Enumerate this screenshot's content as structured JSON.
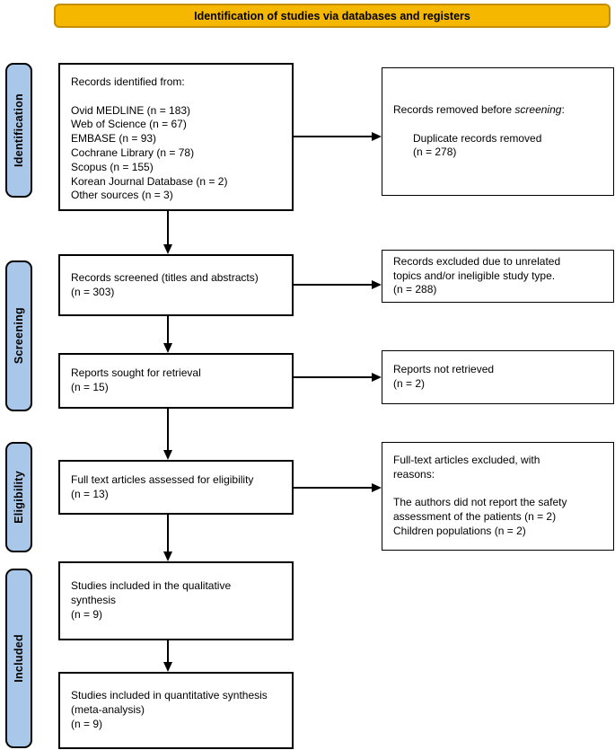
{
  "colors": {
    "banner_fill": "#F5B700",
    "banner_border": "#C38E00",
    "stage_fill": "#A9C7E9",
    "box_border": "#000000"
  },
  "banner": {
    "label": "Identification of studies via databases and registers"
  },
  "stages": [
    {
      "label": "Identification"
    },
    {
      "label": "Screening"
    },
    {
      "label": "Eligibility"
    },
    {
      "label": "Included"
    }
  ],
  "flow": {
    "records_identified": {
      "lines": [
        "Records identified from:",
        "",
        "Ovid MEDLINE (n = 183)",
        "Web of Science (n = 67)",
        "EMBASE (n = 93)",
        "Cochrane Library (n = 78)",
        "Scopus (n = 155)",
        "Korean Journal Database (n = 2)",
        "Other sources (n = 3)"
      ]
    },
    "records_screened": {
      "lines": [
        "Records screened (titles and abstracts)",
        "(n = 303)"
      ]
    },
    "reports_sought": {
      "lines": [
        "Reports sought for retrieval",
        "(n = 15)"
      ]
    },
    "fulltext_assessed": {
      "lines": [
        "Full text articles assessed for eligibility",
        "(n = 13)"
      ]
    },
    "qualitative_included": {
      "lines": [
        "Studies included in the qualitative",
        "synthesis",
        "(n = 9)"
      ]
    },
    "quantitative_included": {
      "lines": [
        "Studies included in quantitative synthesis",
        "(meta-analysis)",
        "(n = 9)"
      ]
    }
  },
  "exclusions": {
    "removed_before_screening": {
      "heading_prefix": "Records removed before ",
      "heading_italic": "screening",
      "heading_suffix": ":",
      "items": [
        "Duplicate records removed",
        "(n = 278)"
      ]
    },
    "records_excluded": {
      "lines": [
        "Records excluded due to unrelated",
        "topics and/or ineligible study type.",
        "(n = 288)"
      ]
    },
    "reports_not_retrieved": {
      "lines": [
        "Reports not retrieved",
        "(n = 2)"
      ]
    },
    "fulltext_excluded": {
      "lines": [
        "Full-text articles excluded, with",
        "reasons:",
        "",
        "The authors did not report the safety",
        "assessment of the patients (n = 2)",
        "Children populations (n = 2)"
      ]
    }
  }
}
